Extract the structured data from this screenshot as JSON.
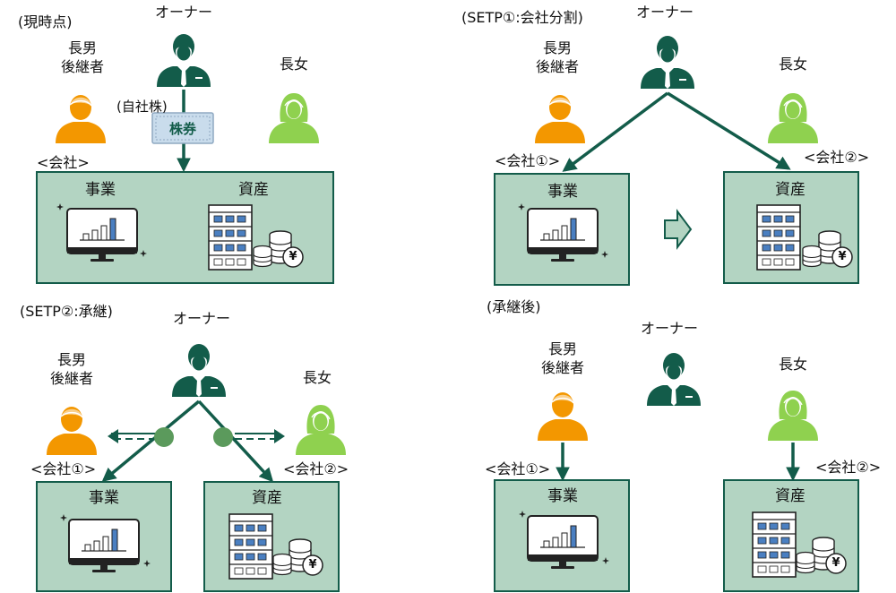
{
  "colors": {
    "primary": "#135c4a",
    "box_fill": "#b3d4c2",
    "son": "#f39700",
    "daughter": "#8fd14f",
    "stock": "#c9dcec"
  },
  "p1": {
    "caption": "(現時点)",
    "owner": "オーナー",
    "son_line1": "長男",
    "son_line2": "後継者",
    "daughter": "長女",
    "stock_label": "(自社株)",
    "stock_text": "株券",
    "company": "<会社>",
    "business": "事業",
    "assets": "資産"
  },
  "p2": {
    "caption": "(SETP①:会社分割)",
    "owner": "オーナー",
    "son_line1": "長男",
    "son_line2": "後継者",
    "daughter": "長女",
    "company1": "<会社①>",
    "company2": "<会社②>",
    "business": "事業",
    "assets": "資産"
  },
  "p3": {
    "caption": "(SETP②:承継)",
    "owner": "オーナー",
    "son_line1": "長男",
    "son_line2": "後継者",
    "daughter": "長女",
    "company1": "<会社①>",
    "company2": "<会社②>",
    "business": "事業",
    "assets": "資産"
  },
  "p4": {
    "caption": "(承継後)",
    "owner": "オーナー",
    "son_line1": "長男",
    "son_line2": "後継者",
    "daughter": "長女",
    "company1": "<会社①>",
    "company2": "<会社②>",
    "business": "事業",
    "assets": "資産"
  }
}
